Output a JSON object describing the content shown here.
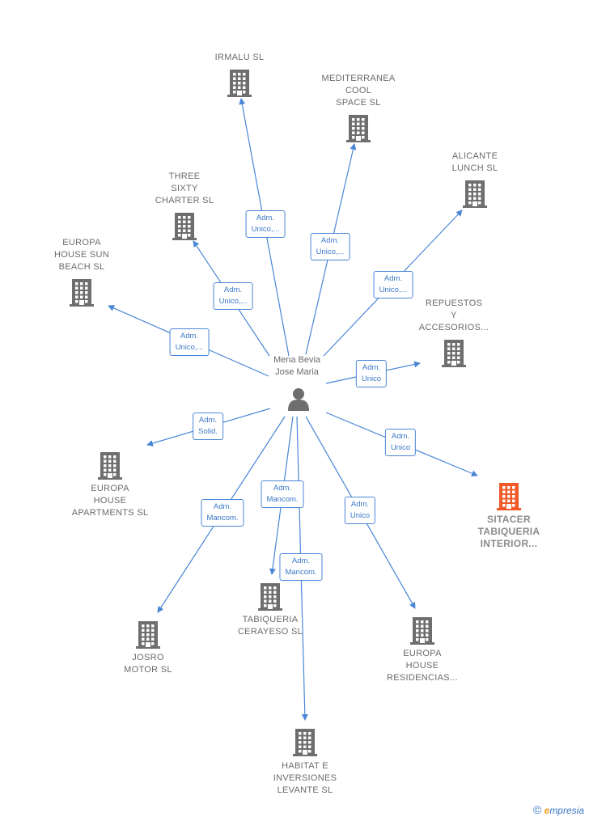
{
  "colors": {
    "edge": "#4a86d6",
    "building": "#6e6e6e",
    "highlight": "#f05a28",
    "text": "#6b6b6b"
  },
  "center": {
    "name": "Mena Bevia\nJose Maria",
    "icon": "person-icon"
  },
  "nodes": [
    {
      "id": "irmalu",
      "label": "IRMALU SL",
      "highlight": false
    },
    {
      "id": "mediterranea",
      "label": "MEDITERRANEA\nCOOL\nSPACE  SL",
      "highlight": false
    },
    {
      "id": "alicante",
      "label": "ALICANTE\nLUNCH  SL",
      "highlight": false
    },
    {
      "id": "three",
      "label": "THREE\nSIXTY\nCHARTER  SL",
      "highlight": false
    },
    {
      "id": "europa-beach",
      "label": "EUROPA\nHOUSE SUN\nBEACH  SL",
      "highlight": false
    },
    {
      "id": "repuestos",
      "label": "REPUESTOS\nY\nACCESORIOS...",
      "highlight": false
    },
    {
      "id": "europa-apts",
      "label": "EUROPA\nHOUSE\nAPARTMENTS SL",
      "highlight": false
    },
    {
      "id": "sitacer",
      "label": "SITACER\nTABIQUERIA\nINTERIOR...",
      "highlight": true
    },
    {
      "id": "tabiqueria",
      "label": "TABIQUERIA\nCERAYESO  SL",
      "highlight": false
    },
    {
      "id": "josro",
      "label": "JOSRO\nMOTOR SL",
      "highlight": false
    },
    {
      "id": "europa-res",
      "label": "EUROPA\nHOUSE\nRESIDENCIAS...",
      "highlight": false
    },
    {
      "id": "habitat",
      "label": "HABITAT E\nINVERSIONES\nLEVANTE  SL",
      "highlight": false
    }
  ],
  "edges": [
    {
      "to": "irmalu",
      "label": "Adm.\nUnico,..."
    },
    {
      "to": "mediterranea",
      "label": "Adm.\nUnico,..."
    },
    {
      "to": "alicante",
      "label": "Adm.\nUnico,..."
    },
    {
      "to": "three",
      "label": "Adm.\nUnico,..."
    },
    {
      "to": "europa-beach",
      "label": "Adm.\nUnico,..."
    },
    {
      "to": "repuestos",
      "label": "Adm.\nUnico"
    },
    {
      "to": "europa-apts",
      "label": "Adm.\nSolid."
    },
    {
      "to": "sitacer",
      "label": "Adm.\nUnico"
    },
    {
      "to": "tabiqueria",
      "label": "Adm.\nMancom."
    },
    {
      "to": "josro",
      "label": "Adm.\nMancom."
    },
    {
      "to": "europa-res",
      "label": "Adm.\nUnico"
    },
    {
      "to": "habitat",
      "label": "Adm.\nMancom."
    }
  ],
  "footer": {
    "copyright": "©",
    "brand_e": "e",
    "brand_rest": "mpresia"
  }
}
